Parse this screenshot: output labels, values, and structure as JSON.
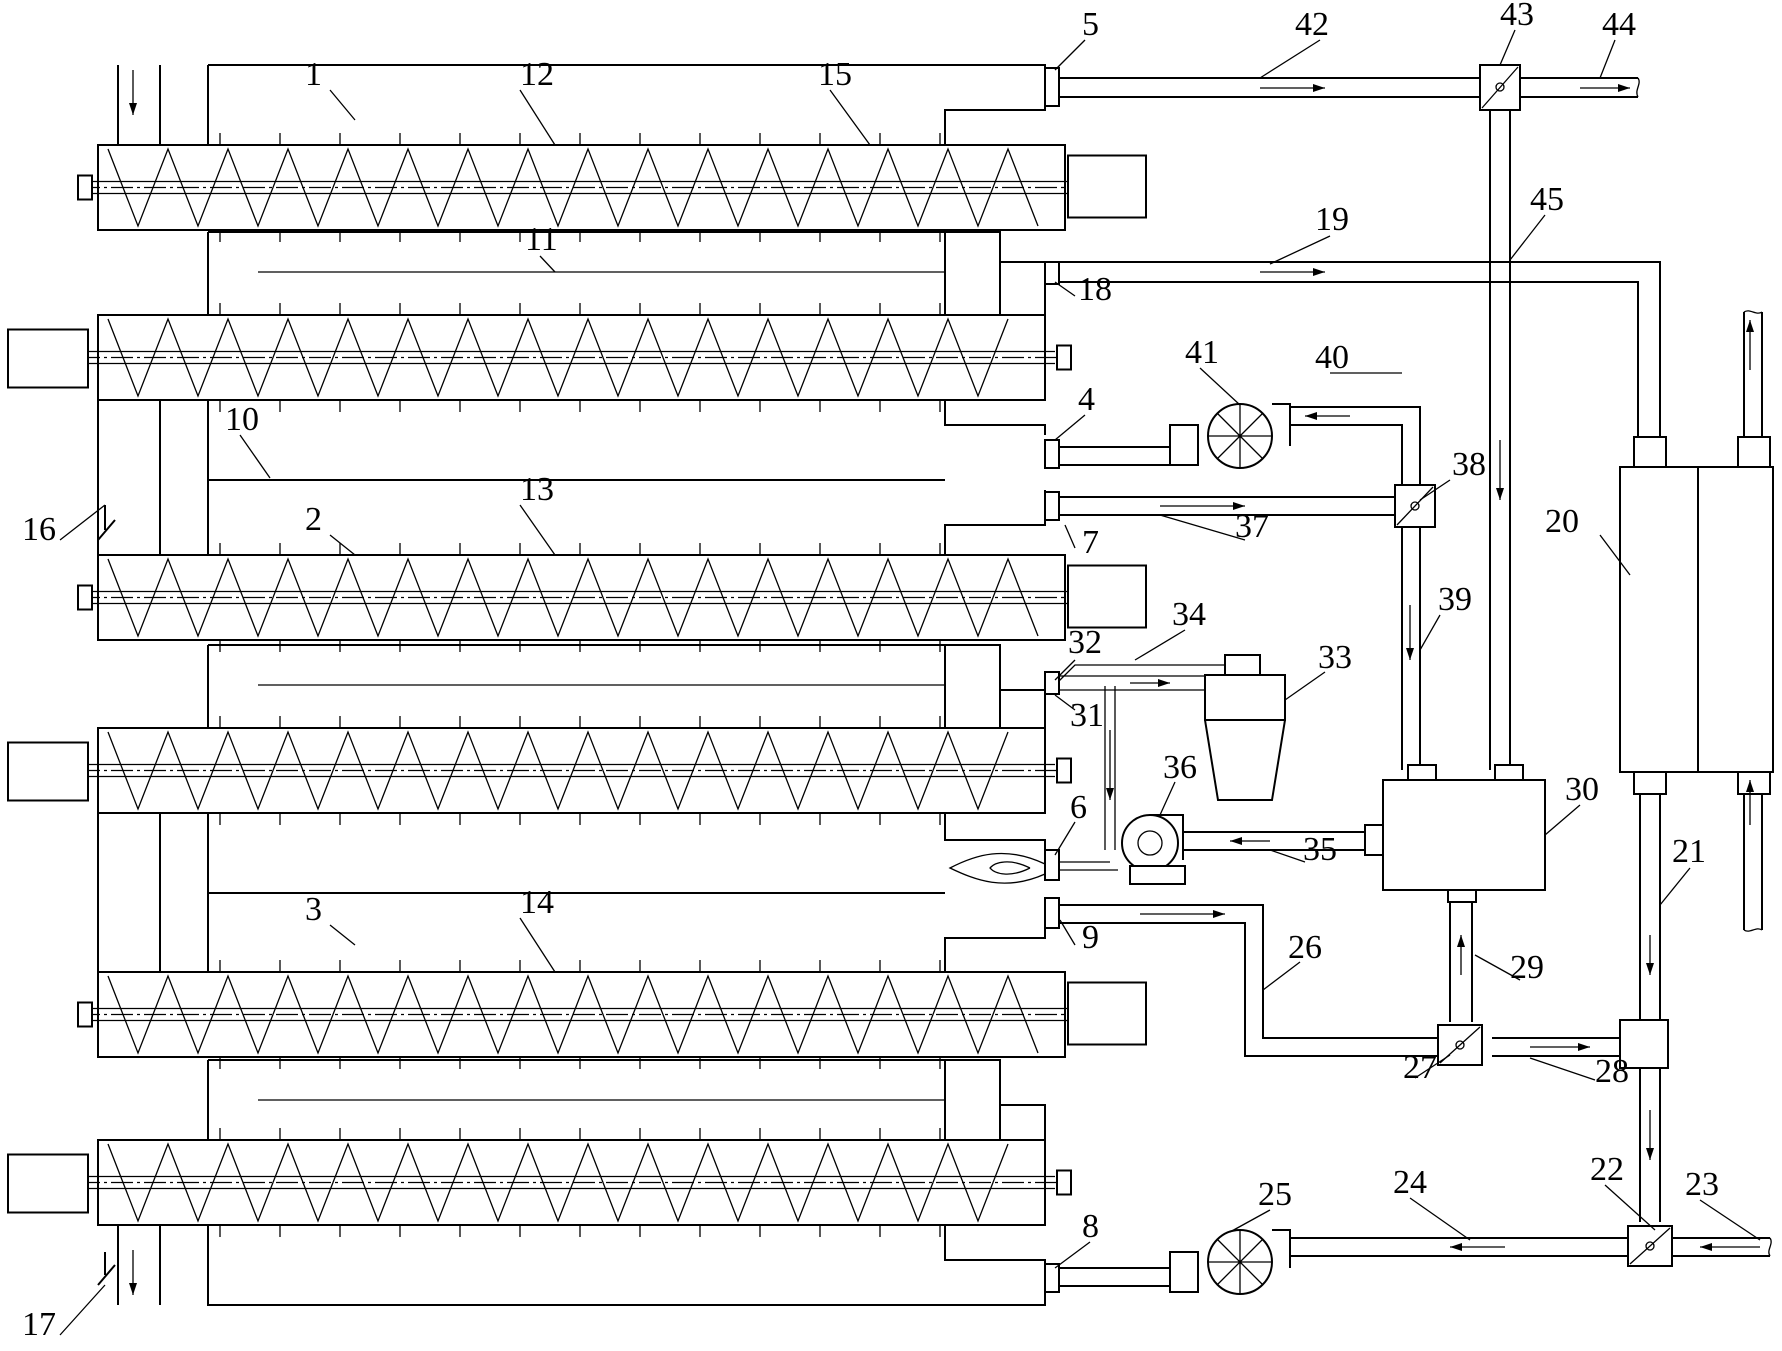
{
  "figure": {
    "line_color": "#000000",
    "background": "#ffffff",
    "labels": [
      "1",
      "2",
      "3",
      "4",
      "5",
      "6",
      "7",
      "8",
      "9",
      "10",
      "11",
      "12",
      "13",
      "14",
      "15",
      "16",
      "17",
      "18",
      "19",
      "20",
      "21",
      "22",
      "23",
      "24",
      "25",
      "26",
      "27",
      "28",
      "29",
      "30",
      "31",
      "32",
      "33",
      "34",
      "35",
      "36",
      "37",
      "38",
      "39",
      "40",
      "41",
      "42",
      "43",
      "44",
      "45"
    ]
  }
}
